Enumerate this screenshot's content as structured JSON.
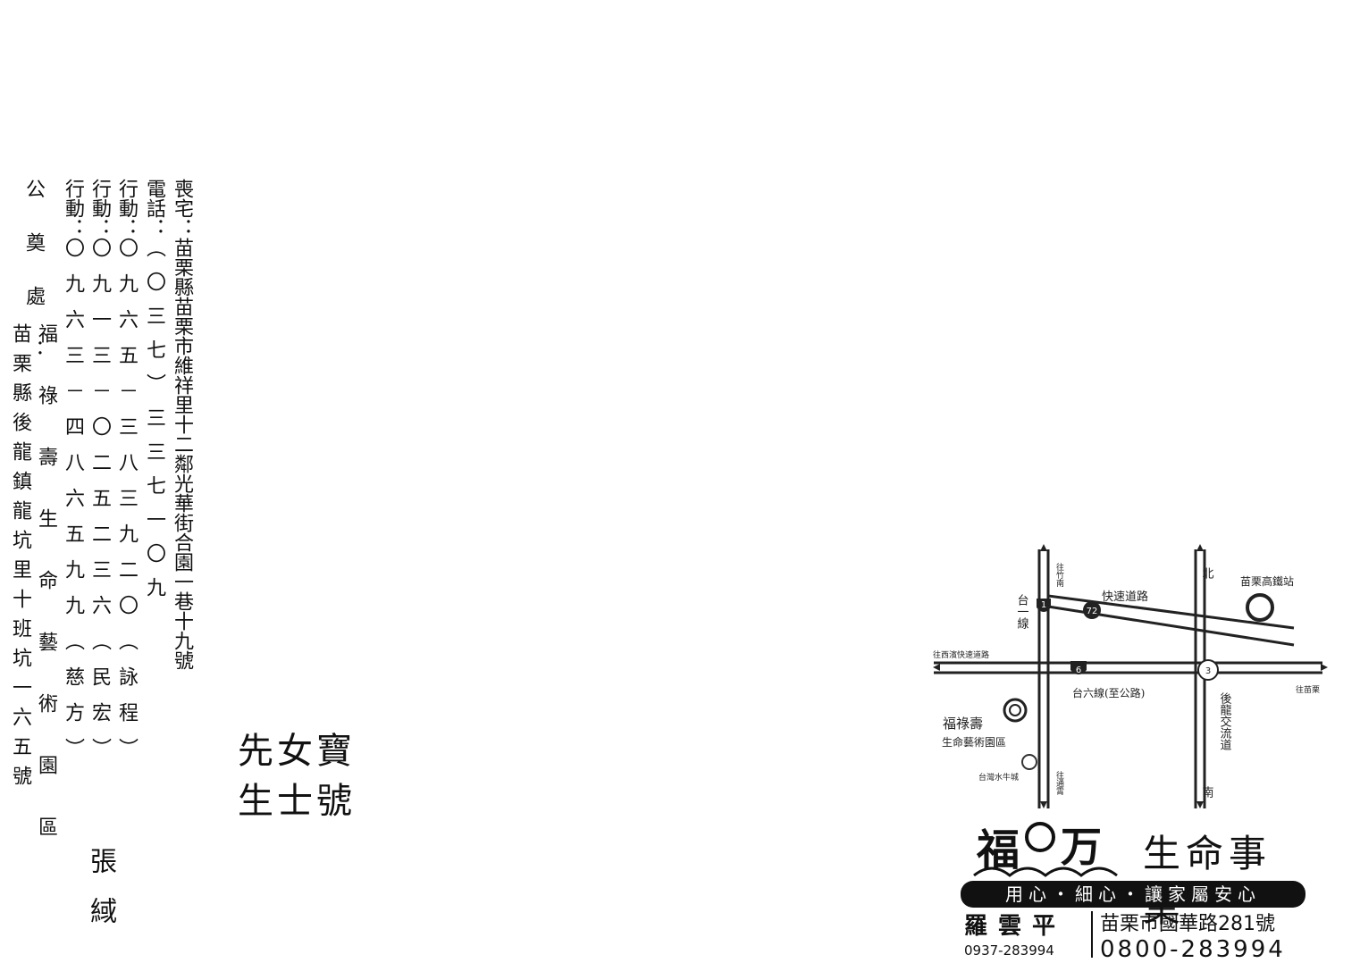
{
  "notice": {
    "address_label": "喪宅：",
    "address_value": "苗栗縣苗栗市維祥里十二鄰光華街合園一巷十九號",
    "phone_label": "電話：",
    "phone_value": "︵〇三七︶三三七一〇九",
    "mobile1_label": "行動：",
    "mobile1_value": "〇九六五－三八三九二〇︵詠程︶",
    "mobile2_label": "行動：",
    "mobile2_value": "〇九一三－〇二五二三六︵民宏︶",
    "mobile3_label": "行動：",
    "mobile3_value": "〇九六三－四八六五九九︵慈方︶",
    "venue_label": "公奠處：",
    "venue_name": "福祿壽生命藝術園區",
    "venue_address": "苗栗縣後龍鎮龍坑里十班坑一六五號"
  },
  "deceased": {
    "surname": "張",
    "given_name": "緎",
    "honorific_line1": "寶女先",
    "honorific_line2": "號士生"
  },
  "map": {
    "label_north": "北",
    "label_south": "南",
    "label_to_hsinchu": "往竹南",
    "label_to_tongxiao": "往通霄",
    "label_route1": "台一線",
    "label_expressway": "快速道路",
    "label_hsr": "苗栗高鐵站",
    "label_west_coast": "往西濱快速道路",
    "label_route6": "台六線(至公路)",
    "label_to_miaoli": "往苗栗",
    "label_houlong": "後龍交流道",
    "label_venue_line1": "福祿壽",
    "label_venue_line2": "生命藝術園區",
    "label_water_city": "台灣水牛城",
    "shield_1": "1",
    "shield_72": "72",
    "shield_6": "6",
    "shield_3": "3"
  },
  "brand": {
    "name_left": "福",
    "name_right": "万",
    "name_suffix": "生命事業",
    "slogan": "用心・細心・讓家屬安心",
    "contact_person": "羅雲平",
    "contact_mobile": "0937-283994",
    "address": "苗栗市國華路281號",
    "hotline": "0800-283994"
  }
}
